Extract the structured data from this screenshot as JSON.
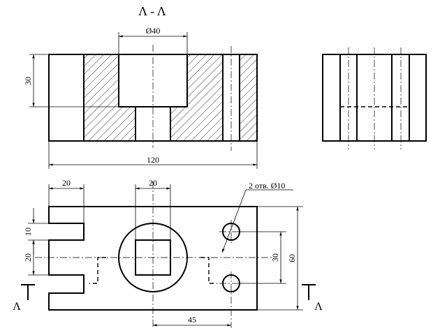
{
  "section_title": "Λ - Λ",
  "section_marks": {
    "left": "Λ",
    "right": "Λ"
  },
  "dimensions": {
    "bore_diameter": "Ø40",
    "bore_depth": "30",
    "overall_length": "120",
    "slot_width_top": "20",
    "square_width": "20",
    "holes_note": "2 отв. Ø10",
    "slot_height": "10",
    "slot_spacing": "20",
    "hole_spacing": "30",
    "overall_height": "60",
    "hole_offset": "45"
  }
}
